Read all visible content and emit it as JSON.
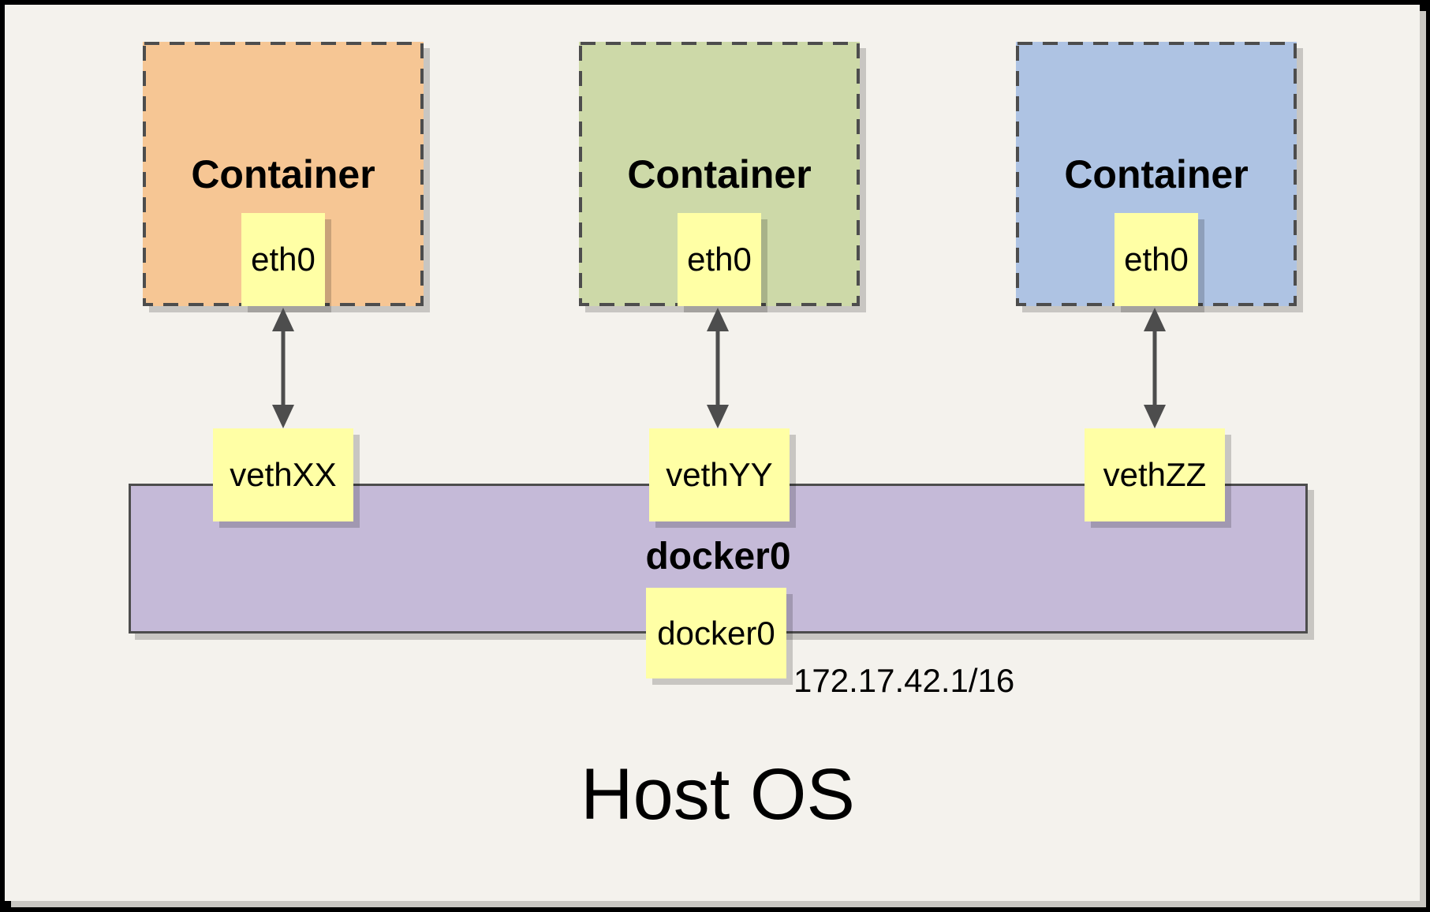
{
  "diagram": {
    "host_label": "Host OS",
    "bridge": {
      "label": "docker0",
      "interface": "docker0",
      "ip_address": "172.17.42.1/16",
      "fill": "#c5bad8"
    },
    "containers": [
      {
        "name": "Container",
        "interface": "eth0",
        "veth": "vethXX",
        "fill": "#f6c694"
      },
      {
        "name": "Container",
        "interface": "eth0",
        "veth": "vethYY",
        "fill": "#cdd9a8"
      },
      {
        "name": "Container",
        "interface": "eth0",
        "veth": "vethZZ",
        "fill": "#aec3e3"
      }
    ],
    "colors": {
      "background": "#f4f2ed",
      "frame": "#000000",
      "note_fill": "#ffffa5",
      "stroke": "#4d4d4d"
    }
  }
}
